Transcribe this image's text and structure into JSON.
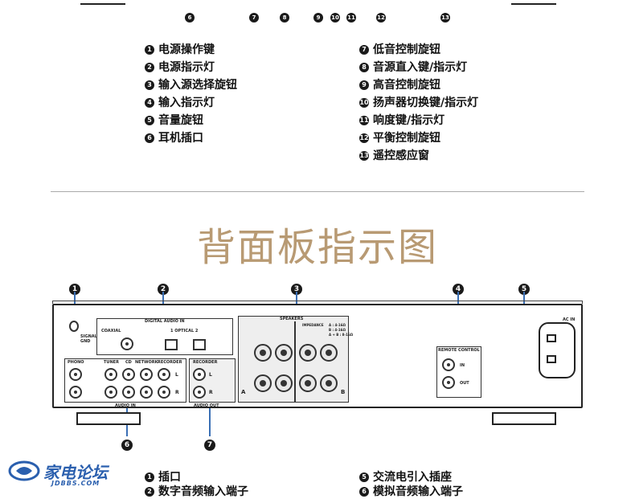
{
  "top_callouts": [
    "6",
    "7",
    "8",
    "9",
    "10",
    "11",
    "12",
    "13"
  ],
  "front_legend_left": [
    {
      "num": "1",
      "text": "电源操作键"
    },
    {
      "num": "2",
      "text": "电源指示灯"
    },
    {
      "num": "3",
      "text": "输入源选择旋钮"
    },
    {
      "num": "4",
      "text": "输入指示灯"
    },
    {
      "num": "5",
      "text": "音量旋钮"
    },
    {
      "num": "6",
      "text": "耳机插口"
    }
  ],
  "front_legend_right": [
    {
      "num": "7",
      "text": "低音控制旋钮"
    },
    {
      "num": "8",
      "text": "音源直入键/指示灯"
    },
    {
      "num": "9",
      "text": "高音控制旋钮"
    },
    {
      "num": "10",
      "text": "扬声器切换键/指示灯"
    },
    {
      "num": "11",
      "text": "响度键/指示灯"
    },
    {
      "num": "12",
      "text": "平衡控制旋钮"
    },
    {
      "num": "13",
      "text": "遥控感应窗"
    }
  ],
  "section_title": "背面板指示图",
  "rear_callouts": [
    "1",
    "2",
    "3",
    "4",
    "5",
    "6",
    "7"
  ],
  "rear_panel": {
    "signal_gnd": "SIGNAL\nGND",
    "digital_audio_in": "DIGITAL AUDIO IN",
    "coaxial": "COAXIAL",
    "optical": "1   OPTICAL   2",
    "speakers": "SPEAKERS",
    "impedance": "IMPEDANCE",
    "impedance_a": "A    : 4-16Ω",
    "impedance_b": "B    : 4-16Ω",
    "impedance_ab": "A + B : 8-16Ω",
    "remote_control": "REMOTE CONTROL",
    "remote_in": "IN",
    "remote_out": "OUT",
    "ac_in": "AC IN",
    "phono": "PHONO",
    "tuner": "TUNER",
    "cd": "CD",
    "network": "NETWORK",
    "recorder": "RECORDER",
    "recorder_out": "RECORDER",
    "audio_in": "AUDIO IN",
    "audio_out": "AUDIO OUT",
    "label_l": "L",
    "label_r": "R",
    "spk_a": "A",
    "spk_b": "B"
  },
  "rear_legend_left": [
    {
      "num": "1",
      "text": "插口"
    },
    {
      "num": "2",
      "text": "数字音频输入端子"
    }
  ],
  "rear_legend_right": [
    {
      "num": "5",
      "text": "交流电引入插座"
    },
    {
      "num": "6",
      "text": "模拟音频输入端子"
    }
  ],
  "watermark": {
    "main": "家电论坛",
    "sub": "JDBBS.COM"
  },
  "colors": {
    "accent": "#3a6fb5",
    "title": "#b89a73",
    "badge": "#1a1a1a"
  }
}
